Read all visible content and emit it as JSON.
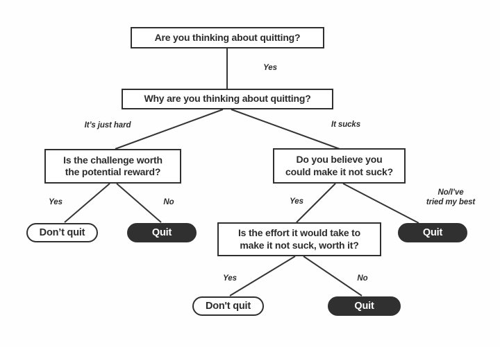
{
  "diagram": {
    "type": "flowchart",
    "topic": "Deciding whether to quit",
    "colors": {
      "background": "#fefefe",
      "line": "#343434",
      "box_border": "#2f2f2f",
      "box_fill": "#ffffff",
      "dark_pill_fill": "#303030",
      "dark_pill_text": "#ffffff",
      "text": "#2b2b2b"
    },
    "questions": {
      "q1": "Are you thinking about quitting?",
      "q2": "Why are you thinking about quitting?",
      "q3": "Is the challenge worth\nthe potential reward?",
      "q4": "Do you believe you\ncould make it not suck?",
      "q5": "Is the effort it would take to\nmake it not suck, worth it?"
    },
    "outcomes": {
      "dont_quit_left": "Don’t quit",
      "quit_left": "Quit",
      "quit_right": "Quit",
      "dont_quit_bottom": "Don't quit",
      "quit_bottom": "Quit"
    },
    "edge_labels": {
      "yes_top": "Yes",
      "its_just_hard": "It’s just hard",
      "it_sucks": "It sucks",
      "yes_left": "Yes",
      "no_left": "No",
      "yes_middle": "Yes",
      "no_tried_my_best": "No/I’ve\ntried my best",
      "yes_bottom": "Yes",
      "no_bottom": "No"
    }
  }
}
